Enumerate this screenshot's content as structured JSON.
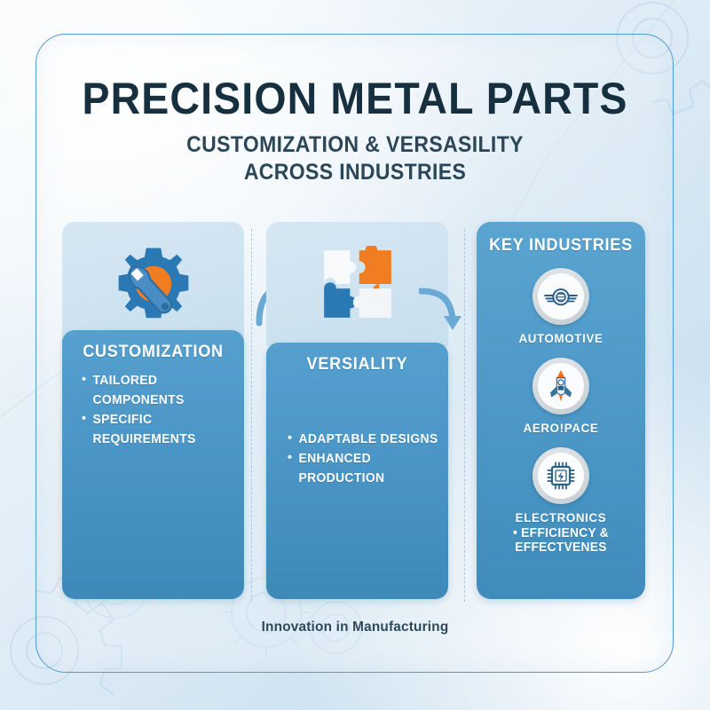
{
  "poster": {
    "title": "PRECISION METAL PARTS",
    "subtitle_line1": "CUSTOMIZATION & VERSASILITY",
    "subtitle_line2": "ACROSS INDUSTRIES",
    "footer": "Innovation in Manufacturing"
  },
  "colors": {
    "title_text": "#17303f",
    "subtitle_text": "#2b4757",
    "card_blue": "#4a96c8",
    "card_blue_dark": "#3d89ba",
    "icon_panel": "#cfe3f1",
    "accent_orange": "#f07d22",
    "icon_blue": "#2b79b4",
    "frame_border": "#4f9ad0",
    "divider": "#9dc2dc",
    "arrow": "#6aa9d4"
  },
  "columns": [
    {
      "icon": "gear-wrench-icon",
      "title": "CUSTOMIZATION",
      "bullets": [
        "TAILORED COMPONENTS",
        "SPECIFIC REQUIREMENTS"
      ]
    },
    {
      "icon": "puzzle-pieces-icon",
      "title": "VERSIALITY",
      "bullets": [
        "ADAPTABLE DESIGNS",
        "ENHANCED PRODUCTION"
      ]
    }
  ],
  "industries_panel": {
    "title": "KEY INDUSTRIES",
    "items": [
      {
        "icon": "winged-wheel-icon",
        "label": "AUTOMOTIVE"
      },
      {
        "icon": "rocket-icon",
        "label": "AERO!PACE"
      },
      {
        "icon": "microchip-icon",
        "label": "ELECTRONICS"
      }
    ],
    "bullets": [
      "EFFICIENCY & EFFECTVENES"
    ]
  },
  "arrows": [
    {
      "name": "arrow-customization-to-versiality",
      "direction": "up-right"
    },
    {
      "name": "arrow-versiality-to-industries",
      "direction": "down-right"
    }
  ]
}
